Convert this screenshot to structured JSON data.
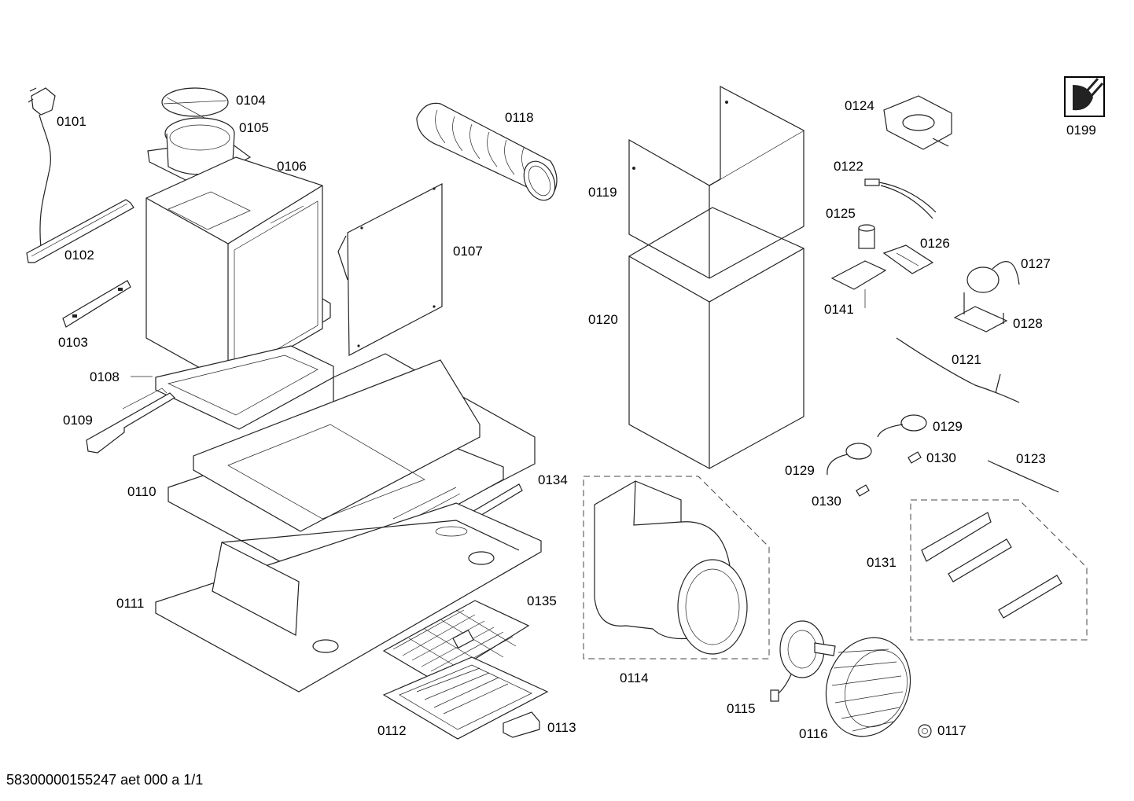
{
  "parts": [
    {
      "id": "0101"
    },
    {
      "id": "0102"
    },
    {
      "id": "0103"
    },
    {
      "id": "0104"
    },
    {
      "id": "0105"
    },
    {
      "id": "0106"
    },
    {
      "id": "0107"
    },
    {
      "id": "0108"
    },
    {
      "id": "0109"
    },
    {
      "id": "0110"
    },
    {
      "id": "0111"
    },
    {
      "id": "0112"
    },
    {
      "id": "0113"
    },
    {
      "id": "0114"
    },
    {
      "id": "0115"
    },
    {
      "id": "0116"
    },
    {
      "id": "0117"
    },
    {
      "id": "0118"
    },
    {
      "id": "0119"
    },
    {
      "id": "0120"
    },
    {
      "id": "0121"
    },
    {
      "id": "0122"
    },
    {
      "id": "0123"
    },
    {
      "id": "0124"
    },
    {
      "id": "0125"
    },
    {
      "id": "0126"
    },
    {
      "id": "0127"
    },
    {
      "id": "0128"
    },
    {
      "id": "0129"
    },
    {
      "id": "0129"
    },
    {
      "id": "0130"
    },
    {
      "id": "0130"
    },
    {
      "id": "0131"
    },
    {
      "id": "0134"
    },
    {
      "id": "0135"
    },
    {
      "id": "0141"
    },
    {
      "id": "0199"
    }
  ],
  "footer": "58300000155247 aet 000 a 1/1",
  "icon": "wrench-service-icon"
}
